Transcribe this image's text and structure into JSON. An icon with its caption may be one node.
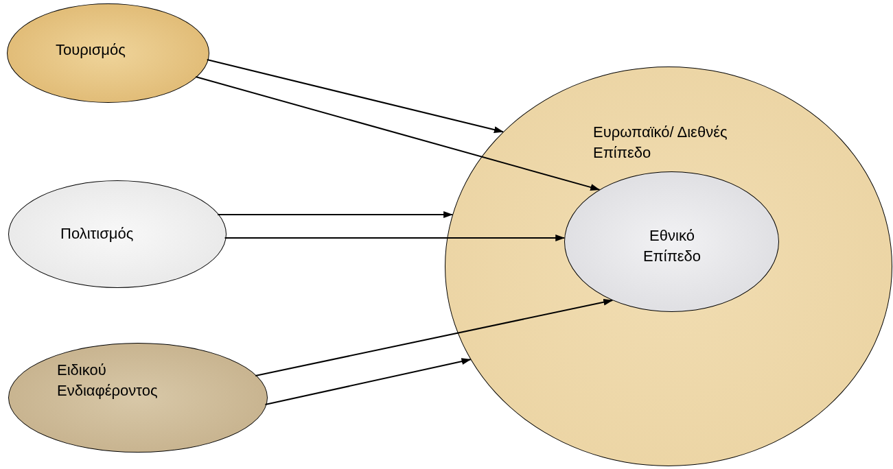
{
  "diagram": {
    "nodes": [
      {
        "text": [
          "Τουρισμός"
        ]
      },
      {
        "text": [
          "Πολιτισμός"
        ]
      },
      {
        "text": [
          "Ειδικού Ενδιαφέροντος"
        ]
      },
      {
        "text": [
          "Ευρωπαϊκό/ Διεθνές Επίπεδο"
        ]
      },
      {
        "text": [
          "Εθνικό Επίπεδο"
        ],
        "in": 3
      }
    ],
    "edges": [
      {
        "from": 0,
        "to": 3,
        "arrow": "to"
      },
      {
        "from": 0,
        "to": 4,
        "arrow": "to"
      },
      {
        "from": 1,
        "to": 3,
        "arrow": "to"
      },
      {
        "from": 1,
        "to": 4,
        "arrow": "to"
      },
      {
        "from": 2,
        "to": 4,
        "arrow": "to"
      },
      {
        "from": 2,
        "to": 3,
        "arrow": "to"
      }
    ]
  }
}
